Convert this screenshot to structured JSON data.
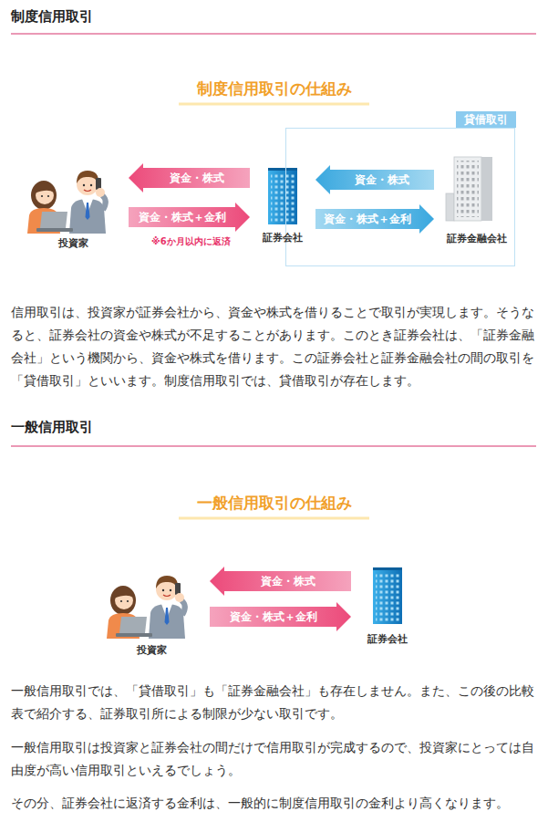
{
  "diagram": {
    "title": "制度信用取引",
    "nodes": [
      {
        "text": [
          "投資家"
        ]
      },
      {
        "text": [
          "証券会社"
        ]
      },
      {
        "text": [
          "貸借取引"
        ]
      },
      {
        "text": [
          "証券金融会社"
        ],
        "in": 2
      },
      {
        "text": [
          "投資家"
        ]
      },
      {
        "text": [
          "証券会社"
        ]
      }
    ],
    "edges": [
      {
        "from": 1,
        "to": 0,
        "label": "資金・株式",
        "arrow": "to"
      },
      {
        "from": 0,
        "to": 1,
        "label": "資金・株式＋金利",
        "arrow": "to"
      },
      {
        "from": 3,
        "to": 1,
        "label": "資金・株式",
        "arrow": "to"
      },
      {
        "from": 1,
        "to": 3,
        "label": "資金・株式＋金利",
        "arrow": "to"
      },
      {
        "from": 5,
        "to": 4,
        "label": "資金・株式",
        "arrow": "to"
      },
      {
        "from": 4,
        "to": 5,
        "label": "資金・株式＋金利",
        "arrow": "to"
      }
    ],
    "labels": [
      "制度信用取引の仕組み",
      "※6か月以内に返済",
      "信用取引は、投資家が証券会社から、資金や株式を借りることで取引が実現します。そうなると、証券会社の資金や株式が不足することがあります。このとき証券会社は、「証券金融会社」という機関から、資金や株式を借ります。この証券会社と証券金融会社の間の取引を「貸借取引」といいます。制度信用取引では、貸借取引が存在します。",
      "一般信用取引",
      "一般信用取引の仕組み",
      "一般信用取引では、「貸借取引」も「証券金融会社」も存在しません。また、この後の比較表で紹介する、証券取引所による制限が少ない取引です。",
      "一般信用取引は投資家と証券会社の間だけで信用取引が完成するので、投資家にとっては自由度が高い信用取引といえるでしょう。",
      "その分、証券会社に返済する金利は、一般的に制度信用取引の金利より高くなります。"
    ]
  }
}
